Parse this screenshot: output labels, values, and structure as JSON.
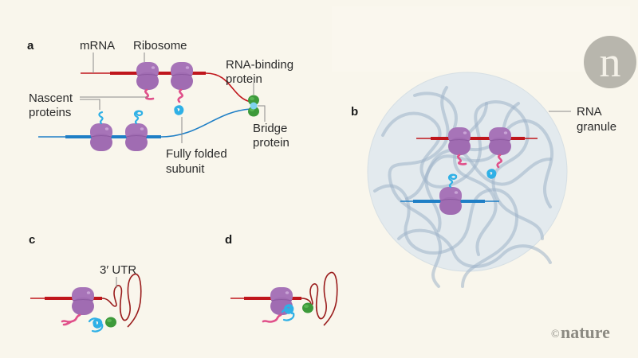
{
  "panels": {
    "a": {
      "letter": "a",
      "labels": {
        "mrna": "mRNA",
        "ribosome": "Ribosome",
        "rna_binding_protein_line1": "RNA-binding",
        "rna_binding_protein_line2": "protein",
        "nascent_proteins_line1": "Nascent",
        "nascent_proteins_line2": "proteins",
        "bridge_protein_line1": "Bridge",
        "bridge_protein_line2": "protein",
        "fully_folded_line1": "Fully folded",
        "fully_folded_line2": "subunit"
      }
    },
    "b": {
      "letter": "b",
      "labels": {
        "rna_granule_line1": "RNA",
        "rna_granule_line2": "granule"
      }
    },
    "c": {
      "letter": "c",
      "labels": {
        "utr": "3′ UTR"
      }
    },
    "d": {
      "letter": "d"
    }
  },
  "branding": {
    "logo_letter": "n",
    "copyright_symbol": "©",
    "wordmark": "nature"
  },
  "colors": {
    "background": "#f9f6ec",
    "ribosome": "#a774b8",
    "mrna_red": "#c0161c",
    "mrna_blue": "#1f7fc6",
    "nascent_pink": "#e0508a",
    "folded_cyan": "#2fb0e6",
    "rna_binding_green": "#3d9a3a",
    "bridge_cyan": "#7fd3ee",
    "granule": "#dfe8ee",
    "logo_grey": "#b8b6ad"
  }
}
